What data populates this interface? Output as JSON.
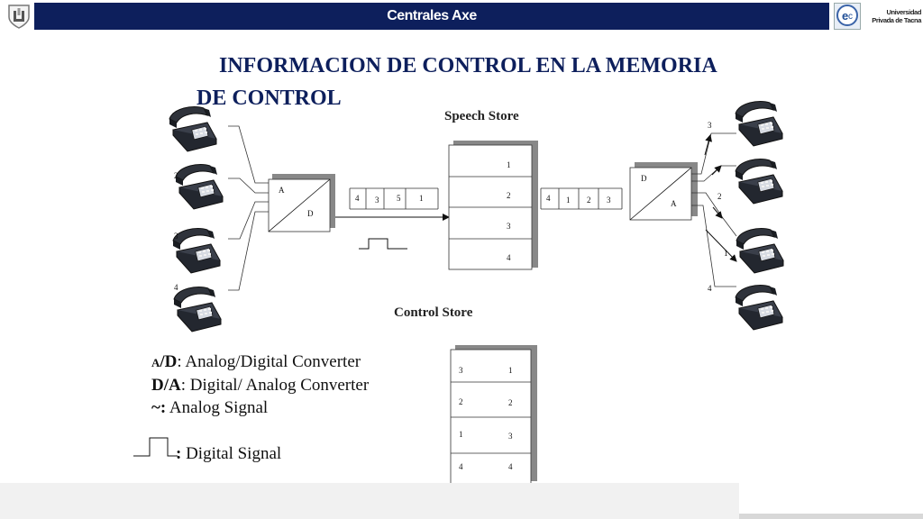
{
  "header": {
    "title": "Centrales Axe",
    "university": [
      "Universidad",
      "Privada de Tacna"
    ]
  },
  "slide": {
    "title_line1": "INFORMACION DE CONTROL EN LA MEMORIA",
    "title_line2": "DE CONTROL"
  },
  "diagram": {
    "speech_store_label": "Speech Store",
    "control_store_label": "Control Store",
    "converter_left": {
      "top": "A",
      "bottom": "D"
    },
    "converter_right": {
      "top": "D",
      "bottom": "A"
    },
    "left_phone_numbers": [
      "2",
      "3",
      "4"
    ],
    "right_phone_numbers": [
      "3",
      "2",
      "1",
      "4"
    ],
    "input_bus_slots": [
      "4",
      "3",
      "5",
      "1"
    ],
    "output_bus_slots": [
      "4",
      "1",
      "2",
      "3"
    ],
    "speech_store_cells": [
      "1",
      "2",
      "3",
      "4"
    ],
    "control_store_rows": [
      {
        "left": "3",
        "right": "1"
      },
      {
        "left": "2",
        "right": "2"
      },
      {
        "left": "1",
        "right": "3"
      },
      {
        "left": "4",
        "right": "4"
      }
    ]
  },
  "legend": {
    "ad_prefix": "A",
    "ad_rest": "/D",
    "ad_text": ": Analog/Digital Converter",
    "da_key": "D/A",
    "da_text": ": Digital/ Analog Converter",
    "analog_key": "~:",
    "analog_text": " Analog Signal",
    "digital_key": ":",
    "digital_text": " Digital Signal"
  },
  "colors": {
    "header_bg": "#0d1f5c",
    "title": "#0d1f5c",
    "phone": "#3a3f4a"
  }
}
